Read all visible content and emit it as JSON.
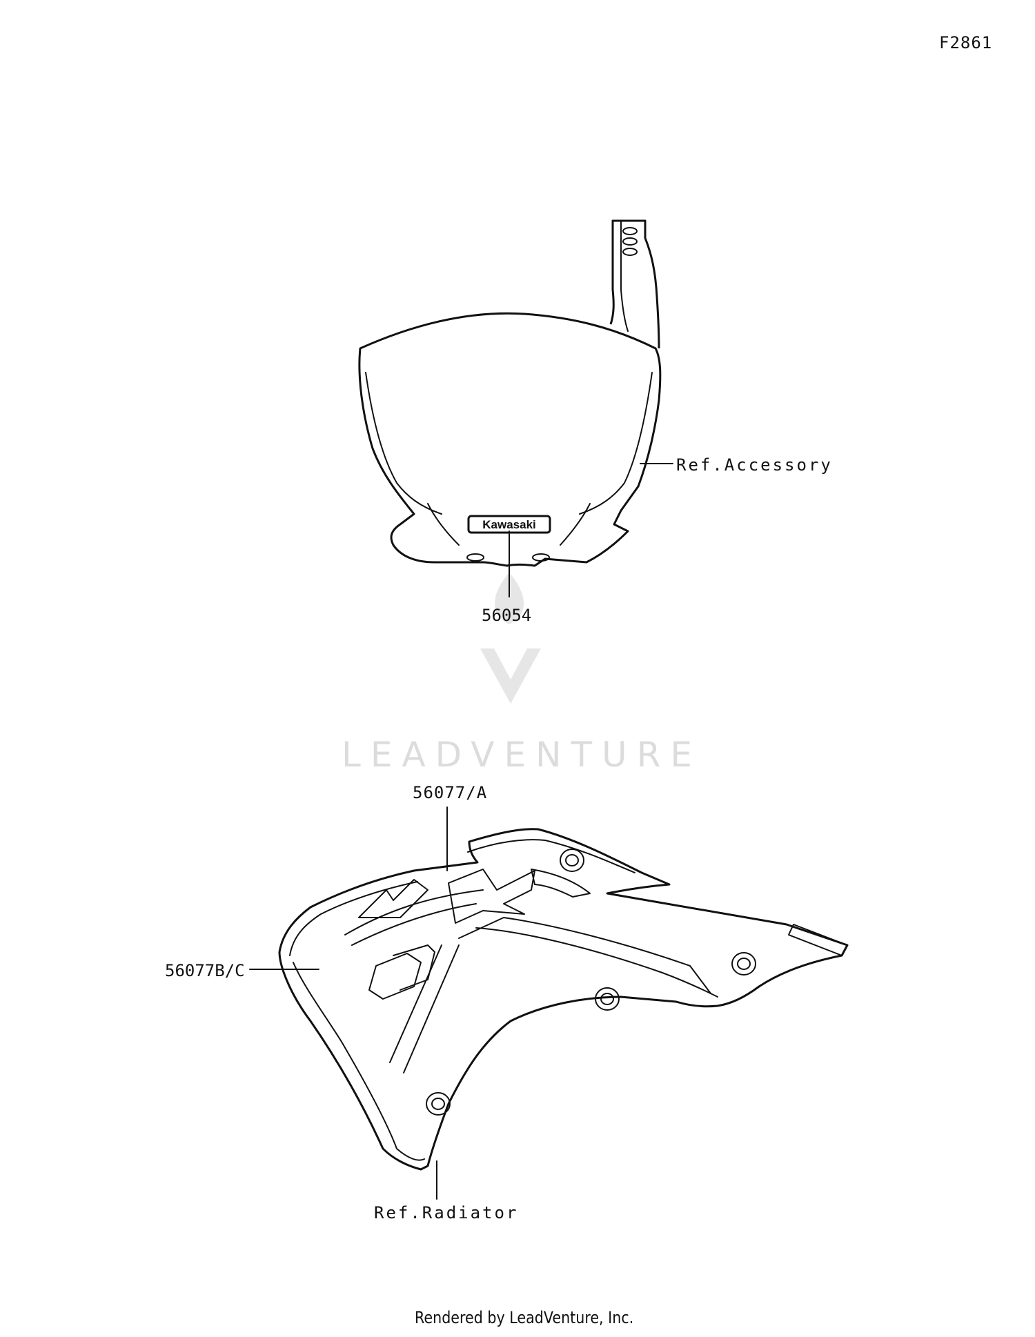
{
  "diagram_id": "F2861",
  "callouts": {
    "ref_accessory": "Ref.Accessory",
    "part_56054": "56054",
    "part_56077a": "56077/A",
    "part_56077bc": "56077B/C",
    "ref_radiator": "Ref.Radiator"
  },
  "decal_text": "Kawasaki",
  "watermark": "LEADVENTURE",
  "footer": "Rendered by LeadVenture, Inc.",
  "colors": {
    "line": "#111111",
    "watermark": "#dcdcdc",
    "background": "#ffffff"
  }
}
